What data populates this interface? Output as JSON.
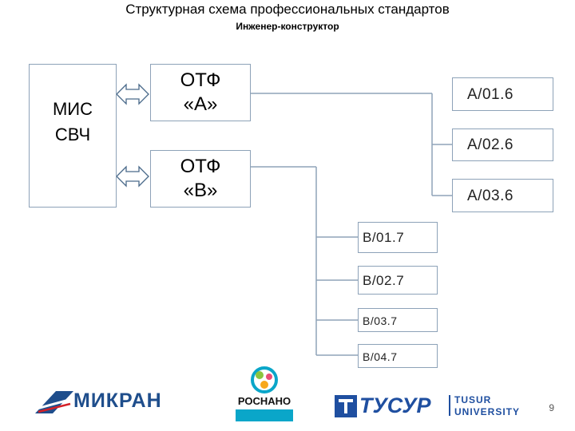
{
  "header": {
    "title": "Структурная схема профессиональных стандартов",
    "subtitle": "Инженер-конструктор"
  },
  "diagram": {
    "source_box": {
      "line1": "МИС",
      "line2": "СВЧ"
    },
    "otf_a": {
      "line1": "ОТФ",
      "line2": "«А»"
    },
    "otf_b": {
      "line1": "ОТФ",
      "line2": "«В»"
    },
    "a_functions": [
      "А/01.6",
      "А/02.6",
      "А/03.6"
    ],
    "b_functions": [
      "В/01.7",
      "В/02.7",
      "В/03.7",
      "В/04.7"
    ]
  },
  "footer": {
    "logo_mikran": "МИКРАН",
    "logo_rosnano": "РОСНАНО",
    "logo_tusur": "ТУСУР",
    "logo_tusur_en_1": "TUSUR",
    "logo_tusur_en_2": "UNIVERSITY",
    "page_number": "9"
  },
  "colors": {
    "box_border": "#8da2b8",
    "line": "#8fa3b8",
    "mikran_blue": "#1f4e8c",
    "mikran_red": "#d42027",
    "tusur_blue": "#1f4fa0",
    "rosnano_cyan": "#0aa6c9"
  }
}
